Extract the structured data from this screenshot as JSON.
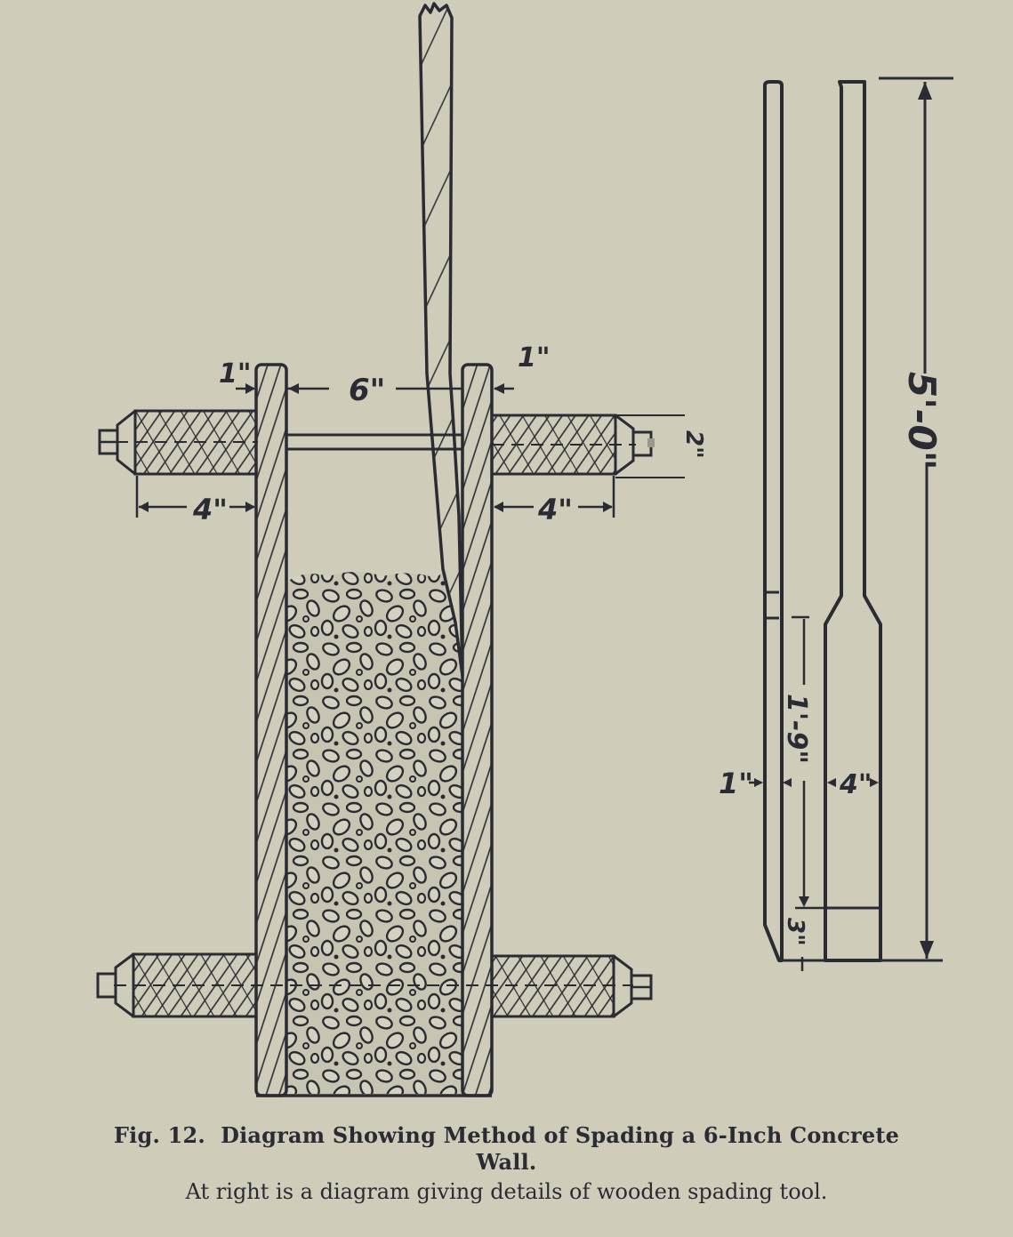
{
  "figure": {
    "label": "Fig. 12.",
    "caption_line1": "Diagram Showing Method of Spading a 6-Inch Concrete",
    "caption_line2": "Wall.",
    "caption_line3": "At right is a diagram giving details of wooden spading tool."
  },
  "wall_diagram": {
    "dimensions": {
      "form_board_left": "1\"",
      "form_board_right": "1\"",
      "wall_thickness": "6\"",
      "spreader_left": "4\"",
      "spreader_right": "4\"",
      "spreader_height": "2\""
    },
    "parts": [
      "form-board-left",
      "form-board-right",
      "spreader-block-top-left",
      "spreader-block-top-right",
      "spreader-block-bottom-left",
      "spreader-block-bottom-right",
      "tie-bolt-top",
      "tie-bolt-bottom",
      "spading-tool",
      "concrete-fill"
    ]
  },
  "tool_diagram": {
    "dimensions": {
      "total_length": "5'-0\"",
      "blade_length": "1'-9\"",
      "blade_thickness": "1\"",
      "blade_width": "4\"",
      "bevel_length": "3\""
    }
  },
  "colors": {
    "paper": "#cfccb9",
    "ink": "#2b2b33"
  }
}
